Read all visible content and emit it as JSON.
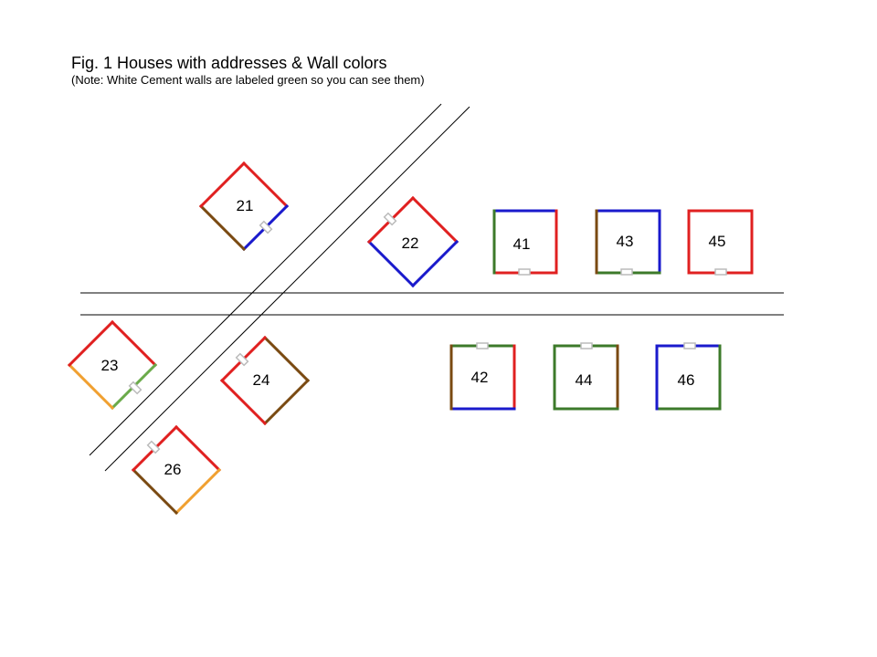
{
  "figure": {
    "title": "Fig. 1 Houses with addresses & Wall colors",
    "note": "(Note:  White Cement walls are labeled green so you can see them)"
  },
  "colors": {
    "red": "#e02020",
    "blue": "#1a1acc",
    "brown": "#7a4a12",
    "green": "#3c7a2a",
    "light_green": "#6aaa4a",
    "orange": "#f0a030",
    "gray": "#bbbbbb"
  },
  "houses": [
    {
      "address": "21",
      "walls": [
        "red",
        "blue",
        "brown",
        "red"
      ]
    },
    {
      "address": "22",
      "walls": [
        "red",
        "blue",
        "blue",
        "red"
      ]
    },
    {
      "address": "23",
      "walls": [
        "red",
        "light_green",
        "orange",
        "red"
      ]
    },
    {
      "address": "24",
      "walls": [
        "brown",
        "brown",
        "red",
        "red"
      ]
    },
    {
      "address": "26",
      "walls": [
        "red",
        "orange",
        "brown",
        "red"
      ]
    },
    {
      "address": "41",
      "walls": [
        "blue",
        "red",
        "red",
        "green"
      ]
    },
    {
      "address": "42",
      "walls": [
        "green",
        "red",
        "blue",
        "brown"
      ]
    },
    {
      "address": "43",
      "walls": [
        "blue",
        "blue",
        "green",
        "brown"
      ]
    },
    {
      "address": "44",
      "walls": [
        "green",
        "brown",
        "green",
        "green"
      ]
    },
    {
      "address": "45",
      "walls": [
        "red",
        "red",
        "red",
        "red"
      ]
    },
    {
      "address": "46",
      "walls": [
        "blue",
        "green",
        "green",
        "blue"
      ]
    }
  ]
}
